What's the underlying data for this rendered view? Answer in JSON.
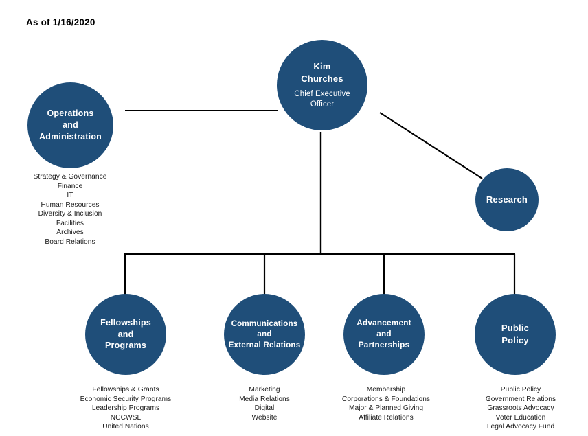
{
  "meta": {
    "as_of_label": "As of 1/16/2020",
    "accent_color": "#1F4E79",
    "line_color": "#000000",
    "background_color": "#FFFFFF"
  },
  "nodes": {
    "ceo": {
      "name": "Kim Churches",
      "name_line1": "Kim",
      "name_line2": "Churches",
      "title_line1": "Chief Executive",
      "title_line2": "Officer"
    },
    "operations": {
      "line1": "Operations",
      "line2": "and",
      "line3": "Administration"
    },
    "research": {
      "line1": "Research"
    },
    "fellowships": {
      "line1": "Fellowships",
      "line2": "and",
      "line3": "Programs"
    },
    "communications": {
      "line1": "Communications",
      "line2": "and",
      "line3": "External Relations"
    },
    "advancement": {
      "line1": "Advancement",
      "line2": "and",
      "line3": "Partnerships"
    },
    "publicpolicy": {
      "line1": "Public",
      "line2": "Policy"
    }
  },
  "sub_lists": {
    "operations": [
      "Strategy & Governance",
      "Finance",
      "IT",
      "Human Resources",
      "Diversity & Inclusion",
      "Facilities",
      "Archives",
      "Board Relations"
    ],
    "fellowships": [
      "Fellowships & Grants",
      "Economic Security Programs",
      "Leadership Programs",
      "NCCWSL",
      "United Nations"
    ],
    "communications": [
      "Marketing",
      "Media Relations",
      "Digital",
      "Website"
    ],
    "advancement": [
      "Membership",
      "Corporations & Foundations",
      "Major & Planned Giving",
      "Affiliate Relations"
    ],
    "publicpolicy": [
      "Public Policy",
      "Government Relations",
      "Grassroots Advocacy",
      "Voter Education",
      "Legal Advocacy Fund"
    ]
  }
}
